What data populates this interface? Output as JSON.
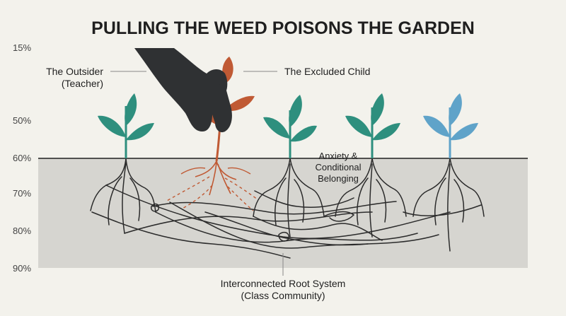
{
  "title": "PULLING THE WEED POISONS THE GARDEN",
  "axis_ticks": [
    "15%",
    "50%",
    "60%",
    "70%",
    "80%",
    "90%"
  ],
  "labels": {
    "outsider": [
      "The Outsider",
      "(Teacher)"
    ],
    "excluded": "The Excluded Child",
    "anxiety": [
      "Anxiety &",
      "Conditional",
      "Belonging"
    ],
    "roots": [
      "Interconnected Root System",
      "(Class Community)"
    ]
  },
  "colors": {
    "background": "#f3f2ec",
    "soil": "#d6d5d0",
    "green_plant": "#2e8f7e",
    "blue_plant": "#5fa3c9",
    "orange_plant": "#c05a34",
    "hand": "#2f3133",
    "roots": "#2b2b2b",
    "text": "#1f1f1f"
  },
  "icons": {
    "hand": "hand-icon",
    "plant": "sprout-icon"
  }
}
